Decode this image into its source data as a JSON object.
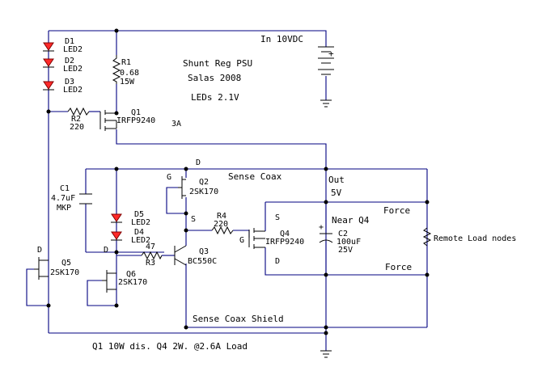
{
  "title": "Shunt Reg PSU",
  "author": "Salas 2008",
  "note_leds": "LEDs 2.1V",
  "input_label": "In 10VDC",
  "output_label": "Out",
  "output_voltage": "5V",
  "force_top": "Force",
  "force_bottom": "Force",
  "remote_load": "Remote Load nodes",
  "sense_coax": "Sense Coax",
  "sense_coax_shield": "Sense Coax Shield",
  "near_q4": "Near Q4",
  "footer": "Q1 10W dis. Q4 2W. @2.6A Load",
  "battery_plus": "+",
  "pins": {
    "d_q1": "D",
    "s_q4": "S",
    "s_q2": "S",
    "g_q2": "G",
    "g_q4": "G",
    "d_q4": "D",
    "d_q6": "D",
    "d_q5": "D"
  },
  "components": {
    "d1": {
      "ref": "D1",
      "val": "LED2"
    },
    "d2": {
      "ref": "D2",
      "val": "LED2"
    },
    "d3": {
      "ref": "D3",
      "val": "LED2"
    },
    "d4": {
      "ref": "D4",
      "val": "LED2"
    },
    "d5": {
      "ref": "D5",
      "val": "LED2"
    },
    "r1": {
      "ref": "R1",
      "val": "0.68",
      "val2": "15W"
    },
    "r2": {
      "ref": "R2",
      "val": "220"
    },
    "r3": {
      "ref": "R3",
      "val": "47"
    },
    "r4": {
      "ref": "R4",
      "val": "220"
    },
    "q1": {
      "ref": "Q1",
      "val": "IRFP9240",
      "extra": "3A"
    },
    "q2": {
      "ref": "Q2",
      "val": "2SK170"
    },
    "q3": {
      "ref": "Q3",
      "val": "BC550C"
    },
    "q4": {
      "ref": "Q4",
      "val": "IRFP9240"
    },
    "q5": {
      "ref": "Q5",
      "val": "2SK170"
    },
    "q6": {
      "ref": "Q6",
      "val": "2SK170"
    },
    "c1": {
      "ref": "C1",
      "val": "4.7uF",
      "val2": "MKP"
    },
    "c2": {
      "ref": "C2",
      "val": "100uF",
      "val2": "25V",
      "plus": "+"
    }
  }
}
